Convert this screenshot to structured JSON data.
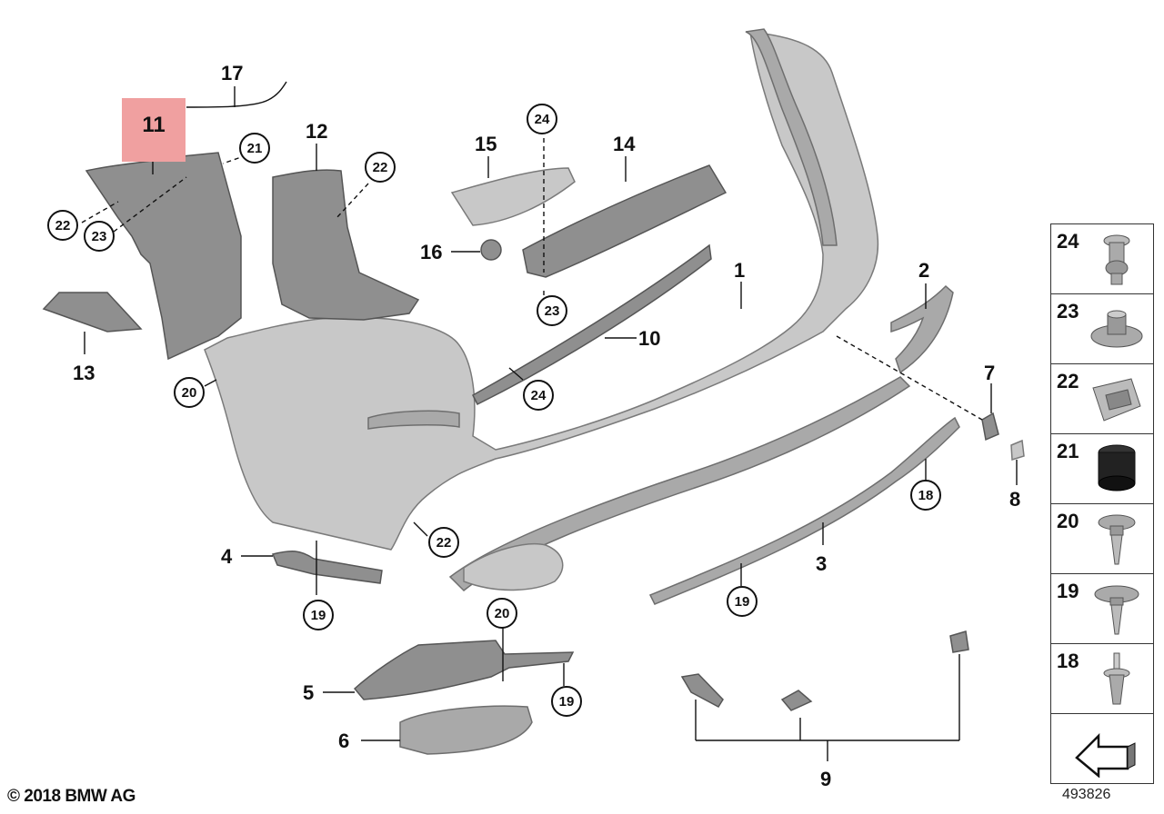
{
  "diagram": {
    "highlighted_part": "11",
    "callouts": {
      "c1": "1",
      "c2": "2",
      "c3": "3",
      "c4": "4",
      "c5": "5",
      "c6": "6",
      "c7": "7",
      "c8": "8",
      "c9": "9",
      "c10": "10",
      "c12": "12",
      "c13": "13",
      "c14": "14",
      "c15": "15",
      "c16": "16",
      "c17": "17",
      "c18": "18"
    },
    "circled_refs": {
      "r21a": "21",
      "r22a": "22",
      "r23a": "23",
      "r22b": "22",
      "r24a": "24",
      "r23b": "23",
      "r24b": "24",
      "r20a": "20",
      "r22c": "22",
      "r18": "18",
      "r19a": "19",
      "r19b": "19",
      "r20b": "20",
      "r19c": "19"
    }
  },
  "legend": {
    "items": [
      {
        "number": "24",
        "icon": "expanding-rivet-icon"
      },
      {
        "number": "23",
        "icon": "nut-icon"
      },
      {
        "number": "22",
        "icon": "spring-clip-icon"
      },
      {
        "number": "21",
        "icon": "rubber-grommet-icon"
      },
      {
        "number": "20",
        "icon": "screw-icon"
      },
      {
        "number": "19",
        "icon": "screw-icon"
      },
      {
        "number": "18",
        "icon": "push-rivet-icon"
      }
    ],
    "arrow_icon": "direction-arrow-icon"
  },
  "footer": {
    "copyright": "© 2018 BMW AG",
    "diagram_id": "493826"
  }
}
